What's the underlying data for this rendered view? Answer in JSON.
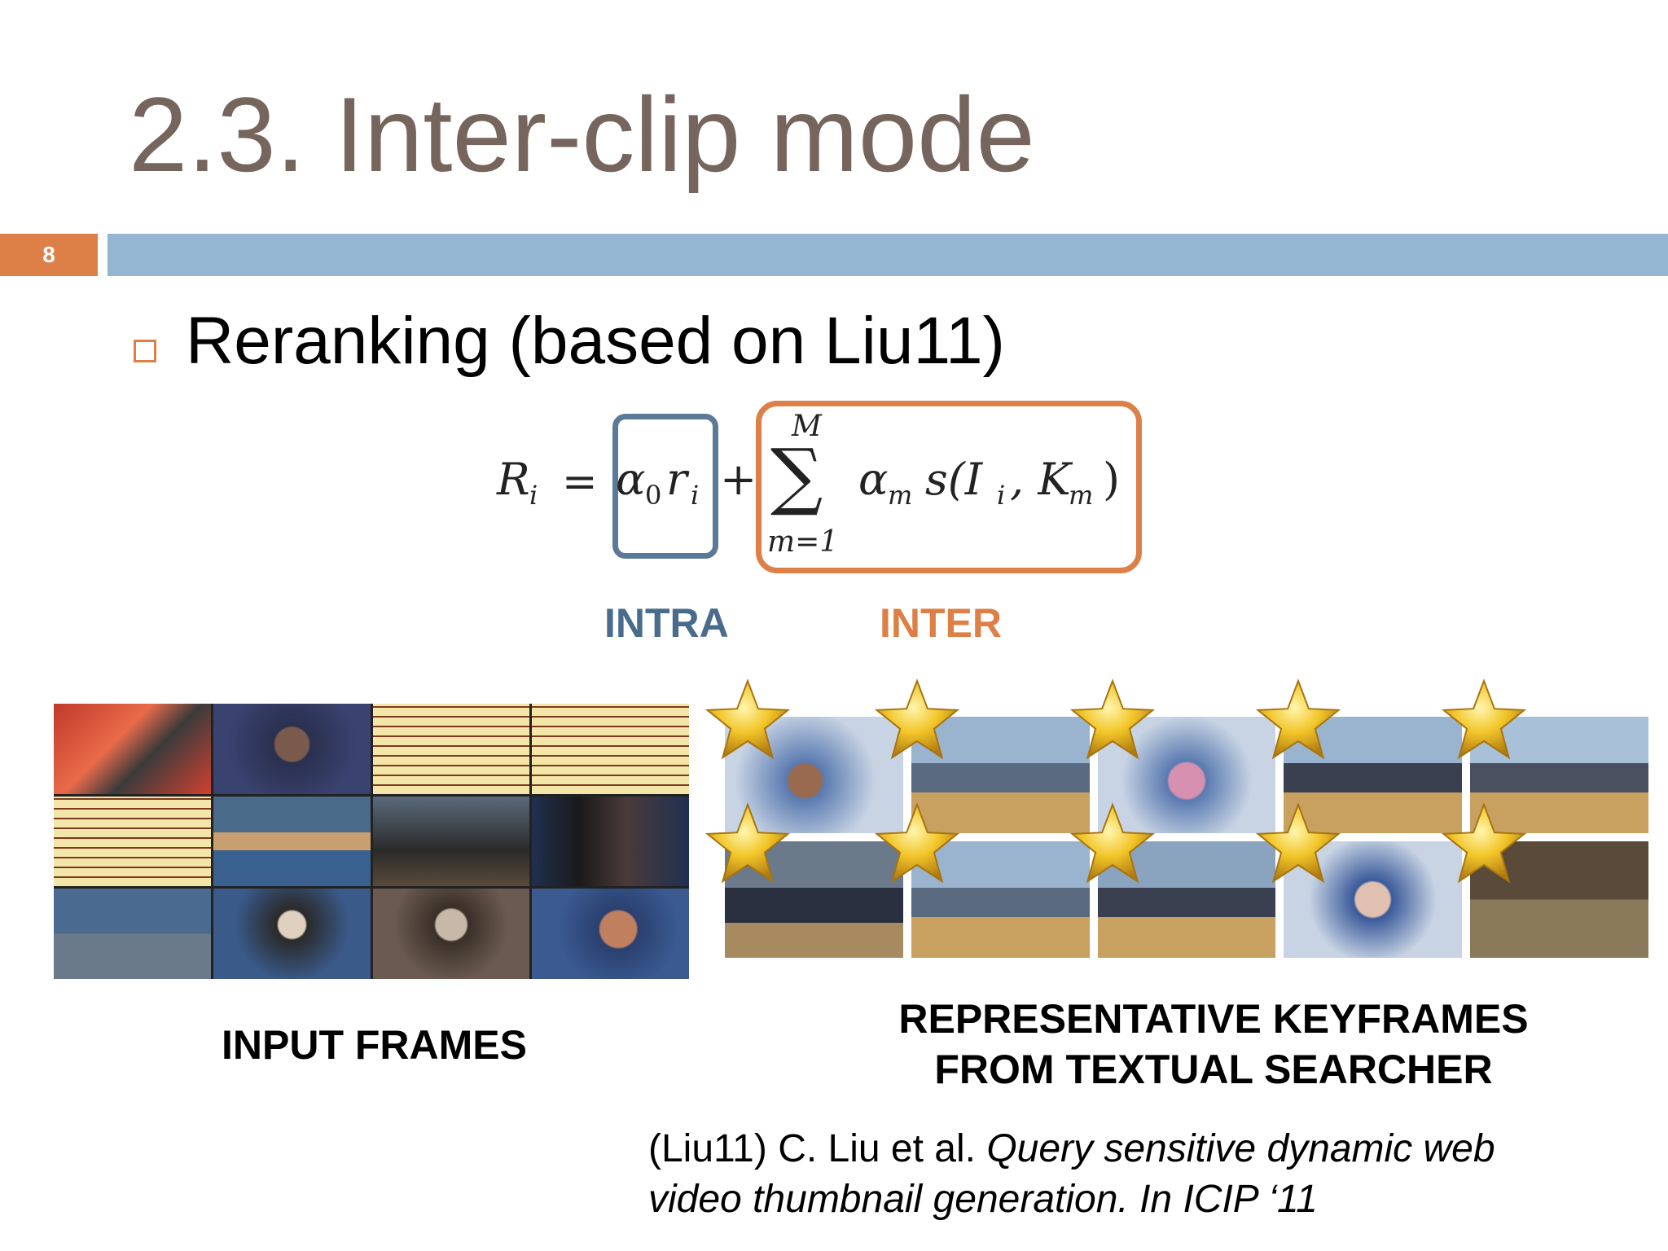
{
  "slide": {
    "title": "2.3. Inter-clip mode",
    "number": "8",
    "bullet": "Reranking (based on Liu11)"
  },
  "formula": {
    "lhs": "R",
    "lhs_sub": "i",
    "eq": "=",
    "intra_term": "α",
    "intra_sub": "0",
    "intra_r": "r",
    "intra_r_sub": "i",
    "plus": "+",
    "sum_top": "M",
    "sum_symbol": "∑",
    "sum_bottom": "m=1",
    "inter_term": "α",
    "inter_sub": "m",
    "inter_fn": "s(I",
    "inter_i": "i",
    "inter_k": ", K",
    "inter_km": "m",
    "inter_close": ")"
  },
  "labels": {
    "intra": "INTRA",
    "inter": "INTER",
    "input_frames": "INPUT FRAMES",
    "keyframes_line1": "REPRESENTATIVE KEYFRAMES",
    "keyframes_line2": "FROM TEXTUAL SEARCHER"
  },
  "citation": {
    "prefix": "(Liu11) C. Liu et al. ",
    "title_line1": "Query sensitive dynamic web",
    "title_line2": "video thumbnail generation. In ICIP ‘11"
  },
  "colors": {
    "title": "#76655c",
    "accent_orange": "#dd8047",
    "accent_blue": "#94b6d2",
    "intra_blue": "#4a6c8c"
  }
}
